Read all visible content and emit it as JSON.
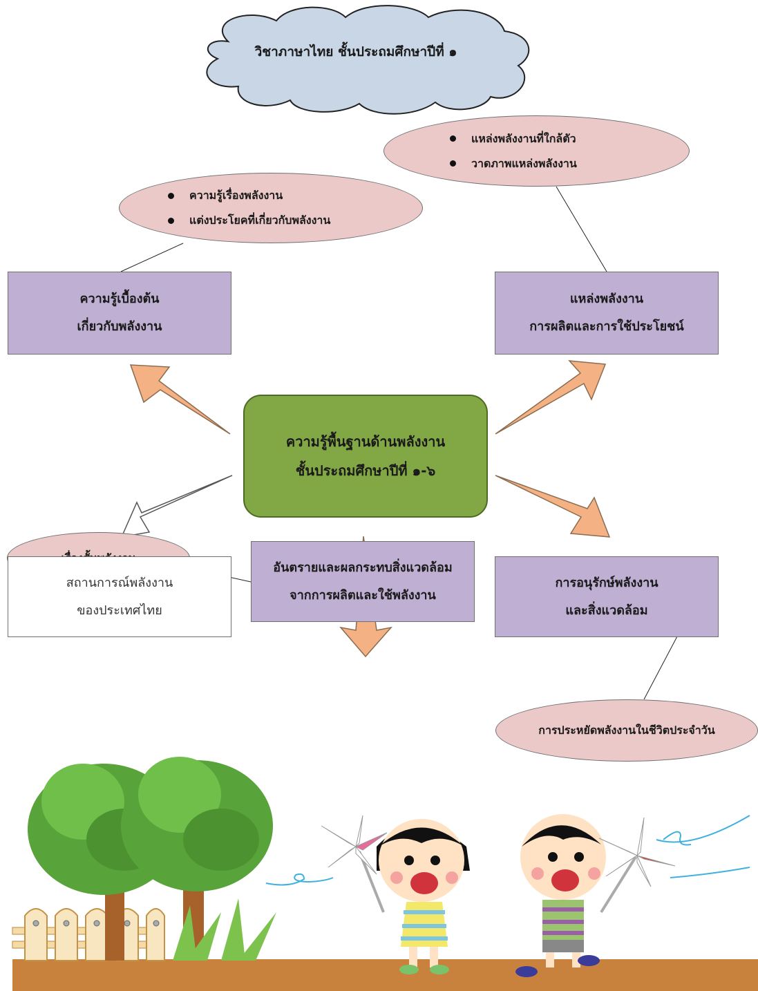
{
  "title": "วิชาภาษาไทย ชั้นประถมศึกษาปีที่ ๑",
  "center": {
    "line1": "ความรู้พื้นฐานด้านพลังงาน",
    "line2": "ชั้นประถมศึกษาปีที่ ๑-๖"
  },
  "boxes": {
    "basic": {
      "line1": "ความรู้เบื้องต้น",
      "line2": "เกี่ยวกับพลังงาน"
    },
    "sources": {
      "line1": "แหล่งพลังงาน",
      "line2": "การผลิตและการใช้ประโยชน์"
    },
    "situation": {
      "line1": "สถานการณ์พลังงาน",
      "line2": "ของประเทศไทย"
    },
    "conservation": {
      "line1": "การอนุรักษ์พลังงาน",
      "line2": "และสิ่งแวดล้อม"
    },
    "hazard": {
      "line1": "อันตรายและผลกระทบสิ่งแวดล้อม",
      "line2": "จากการผลิตและใช้พลังงาน"
    }
  },
  "ovals": {
    "top_left": [
      "ความรู้เรื่องพลังงาน",
      "แต่งประโยคที่เกี่ยวกับพลังงาน"
    ],
    "top_right": [
      "แหล่งพลังงานที่ใกล้ตัว",
      "วาดภาพแหล่งพลังงาน"
    ],
    "story": "เรื่องสั้นพลังงาน",
    "saving": "การประหยัดพลังงานในชีวิตประจำวัน"
  },
  "colors": {
    "cloud": "#c8d6e5",
    "purple_box": "#bfb0d3",
    "center_box": "#82a845",
    "oval": "#ecc9c9",
    "arrow": "#f4b183",
    "ground": "#c8823d",
    "tree": "#58a33a"
  }
}
